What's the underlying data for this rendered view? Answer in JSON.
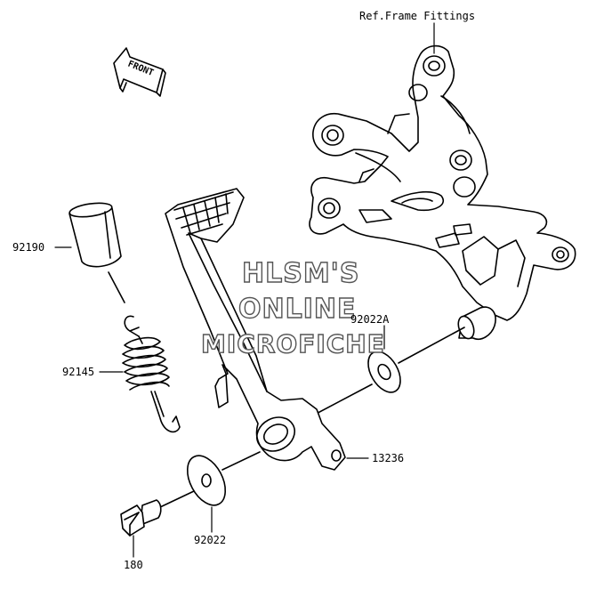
{
  "diagram": {
    "front_marker": "FRONT",
    "ref_label": "Ref.Frame Fittings",
    "part_labels": {
      "p92190": "92190",
      "p92145": "92145",
      "p92022A": "92022A",
      "p13236": "13236",
      "p92022": "92022",
      "p180": "180"
    },
    "watermark": {
      "line1": "HLSM'S",
      "line2": "ONLINE",
      "line3": "MICROFICHE"
    }
  },
  "colors": {
    "line": "#000000",
    "watermark_outline": "#555555",
    "background": "#ffffff"
  }
}
